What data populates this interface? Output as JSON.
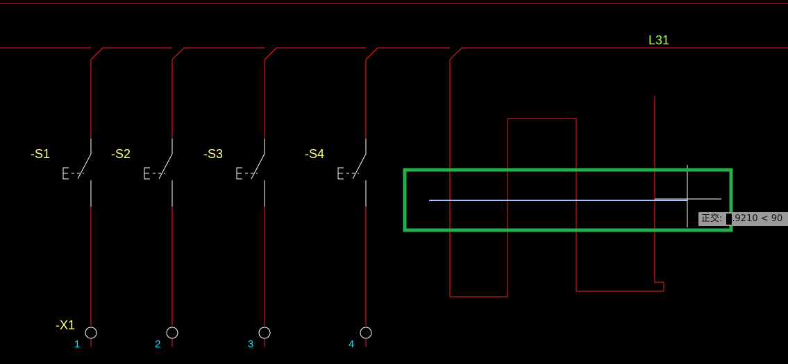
{
  "drawing": {
    "wire_label": "L31",
    "terminal_block_label": "-X1",
    "switches": [
      {
        "label": "-S1",
        "terminal": "1"
      },
      {
        "label": "-S2",
        "terminal": "2"
      },
      {
        "label": "-S3",
        "terminal": "3"
      },
      {
        "label": "-S4",
        "terminal": "4"
      }
    ]
  },
  "tooltip": {
    "label": "正交:",
    "value": ".9210 < 90"
  },
  "colors": {
    "background": "#000000",
    "wire": "#ff2020",
    "switch": "#ffffff",
    "label_yellow": "#ffff80",
    "label_green": "#9cff3c",
    "terminal_cyan": "#00e5ff",
    "highlight": "#22b14c",
    "rubber_band": "#8ab0ff"
  }
}
